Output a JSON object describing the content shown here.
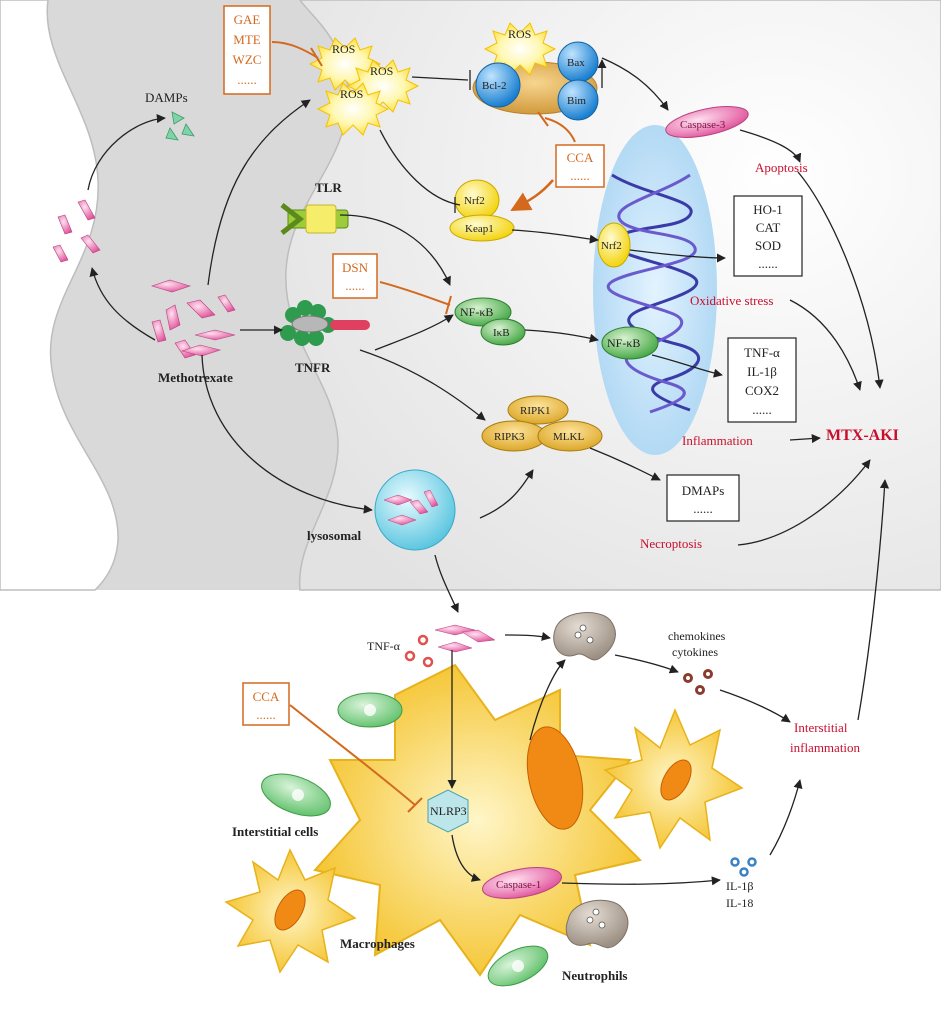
{
  "labels": {
    "damps": "DAMPs",
    "methotrexate": "Methotrexate",
    "tlr": "TLR",
    "tnfr": "TNFR",
    "lysosomal": "lysosomal",
    "ros": "ROS",
    "bcl2": "Bcl-2",
    "bax": "Bax",
    "bim": "Bim",
    "caspase3": "Caspase-3",
    "apoptosis": "Apoptosis",
    "nrf2": "Nrf2",
    "keap1": "Keap1",
    "nfkb": "NF-κB",
    "ikb": "IκB",
    "ripk1": "RIPK1",
    "ripk3": "RIPK3",
    "mlkl": "MLKL",
    "oxidative_stress": "Oxidative stress",
    "inflammation": "Inflammation",
    "necroptosis": "Necroptosis",
    "mtx_aki": "MTX-AKI",
    "tnf_alpha": "TNF-α",
    "chemokines": "chemokines",
    "cytokines": "cytokines",
    "interstitial_inflammation_1": "Interstitial",
    "interstitial_inflammation_2": "inflammation",
    "nlrp3": "NLRP3",
    "caspase1": "Caspase-1",
    "il1b": "IL-1β",
    "il18": "IL-18",
    "interstitial_cells": "Interstitial cells",
    "macrophages": "Macrophages",
    "neutrophils": "Neutrophils"
  },
  "boxes": {
    "inhibitors_top": [
      "GAE",
      "MTE",
      "WZC",
      "......"
    ],
    "cca_top": [
      "CCA",
      "......"
    ],
    "dsn": [
      "DSN",
      "......"
    ],
    "antioxidants": [
      "HO-1",
      "CAT",
      "SOD",
      "......"
    ],
    "cytokines_box": [
      "TNF-α",
      "IL-1β",
      "COX2",
      "......"
    ],
    "dmaps": [
      "DMAPs",
      "......"
    ],
    "cca_bottom": [
      "CCA",
      "......"
    ]
  },
  "colors": {
    "red_text": "#c8102e",
    "orange": "#d4691e",
    "yellow": "#f2c200",
    "green": "#5cb85c",
    "blue": "#2a8fd6",
    "pink": "#e06aa8",
    "panel": "#ebebeb"
  }
}
